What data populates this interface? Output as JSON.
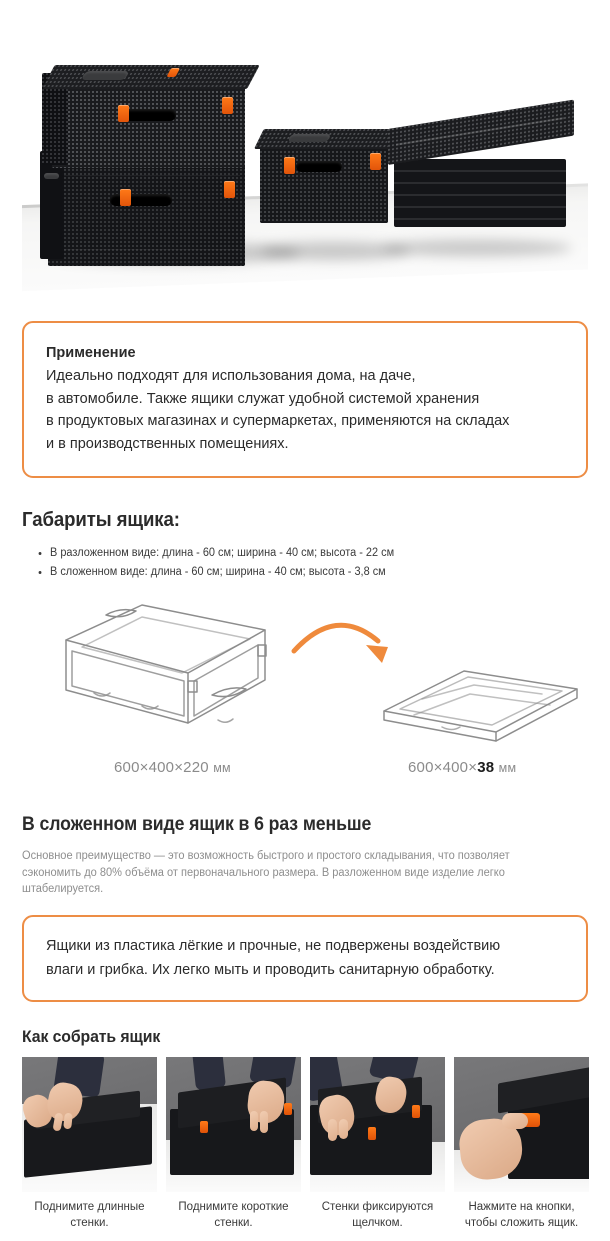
{
  "colors": {
    "accent_orange": "#ed8d45",
    "latch_orange": "#ff7a18",
    "text_dark": "#2b2b2b",
    "text_gray": "#8e8e8e",
    "caption_gray": "#8b8b8b"
  },
  "hero": {
    "alt": "folding-crates-photo"
  },
  "callout_usage": {
    "title": "Применение",
    "lines": [
      "Идеально подходят для использования дома, на даче,",
      "в автомобиле. Также ящики служат удобной системой хранения",
      "в продуктовых магазинах и супермаркетах, применяются на складах",
      "и в производственных помещениях."
    ]
  },
  "dimensions": {
    "heading": "Габариты ящика:",
    "items": [
      "В разложенном виде: длина - 60 см; ширина - 40 см; высота - 22 см",
      "В сложенном виде: длина - 60 см; ширина - 40 см; высота - 3,8 см"
    ],
    "caption_left": "600×400×220",
    "caption_left_unit": "мм",
    "caption_right_prefix": "600×400×",
    "caption_right_bold": "38",
    "caption_right_unit": "мм"
  },
  "folded": {
    "heading": "В сложенном виде ящик в 6 раз меньше",
    "paragraph": "Основное преимущество — это возможность быстрого и простого складывания, что позволяет сэкономить до 80% объёма от первоначального размера. В разложенном виде изделие легко штабелируется."
  },
  "callout_material": {
    "lines": [
      "Ящики из пластика лёгкие и прочные, не подвержены воздействию",
      "влаги и грибка. Их легко мыть и проводить санитарную обработку."
    ]
  },
  "assembly": {
    "heading": "Как собрать ящик",
    "steps": [
      {
        "caption_line1": "Поднимите длинные",
        "caption_line2": "стенки."
      },
      {
        "caption_line1": "Поднимите короткие",
        "caption_line2": "стенки."
      },
      {
        "caption_line1": "Стенки фиксируются",
        "caption_line2": "щелчком."
      },
      {
        "caption_line1": "Нажмите на кнопки,",
        "caption_line2": "чтобы сложить ящик."
      }
    ]
  }
}
